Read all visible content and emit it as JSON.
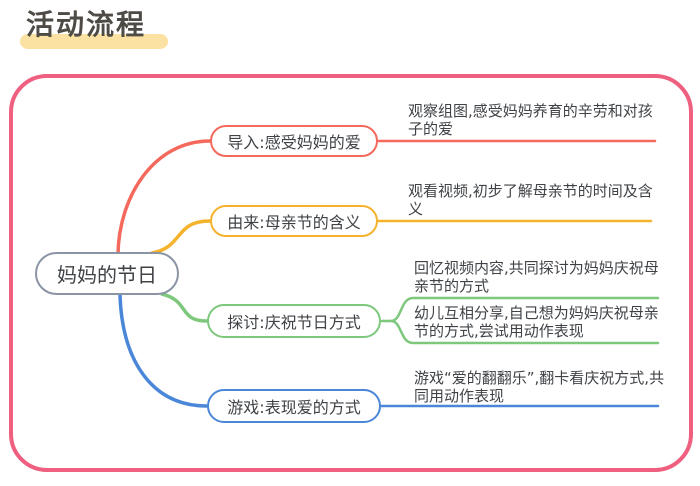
{
  "title": "活动流程",
  "colors": {
    "container_border": "#ee5f80",
    "title_highlight": "#fbe2a2",
    "title_text": "#4e4a45",
    "text": "#3f4347",
    "center_border": "#8a94a5",
    "red": "#f4695c",
    "yellow": "#f5b22c",
    "green": "#7dc87d",
    "blue": "#4a87d8"
  },
  "center": {
    "label": "妈妈的节日"
  },
  "branches": [
    {
      "label": "导入:感受妈妈的爱",
      "notes": [
        "观察组图,感受妈妈养育的辛劳和对孩子的爱"
      ]
    },
    {
      "label": "由来:母亲节的含义",
      "notes": [
        "观看视频,初步了解母亲节的时间及含义"
      ]
    },
    {
      "label": "探讨:庆祝节日方式",
      "notes": [
        "回忆视频内容,共同探讨为妈妈庆祝母亲节的方式",
        "幼儿互相分享,自己想为妈妈庆祝母亲节的方式,尝试用动作表现"
      ]
    },
    {
      "label": "游戏:表现爱的方式",
      "notes": [
        "游戏“爱的翻翻乐”,翻卡看庆祝方式,共同用动作表现"
      ]
    }
  ]
}
